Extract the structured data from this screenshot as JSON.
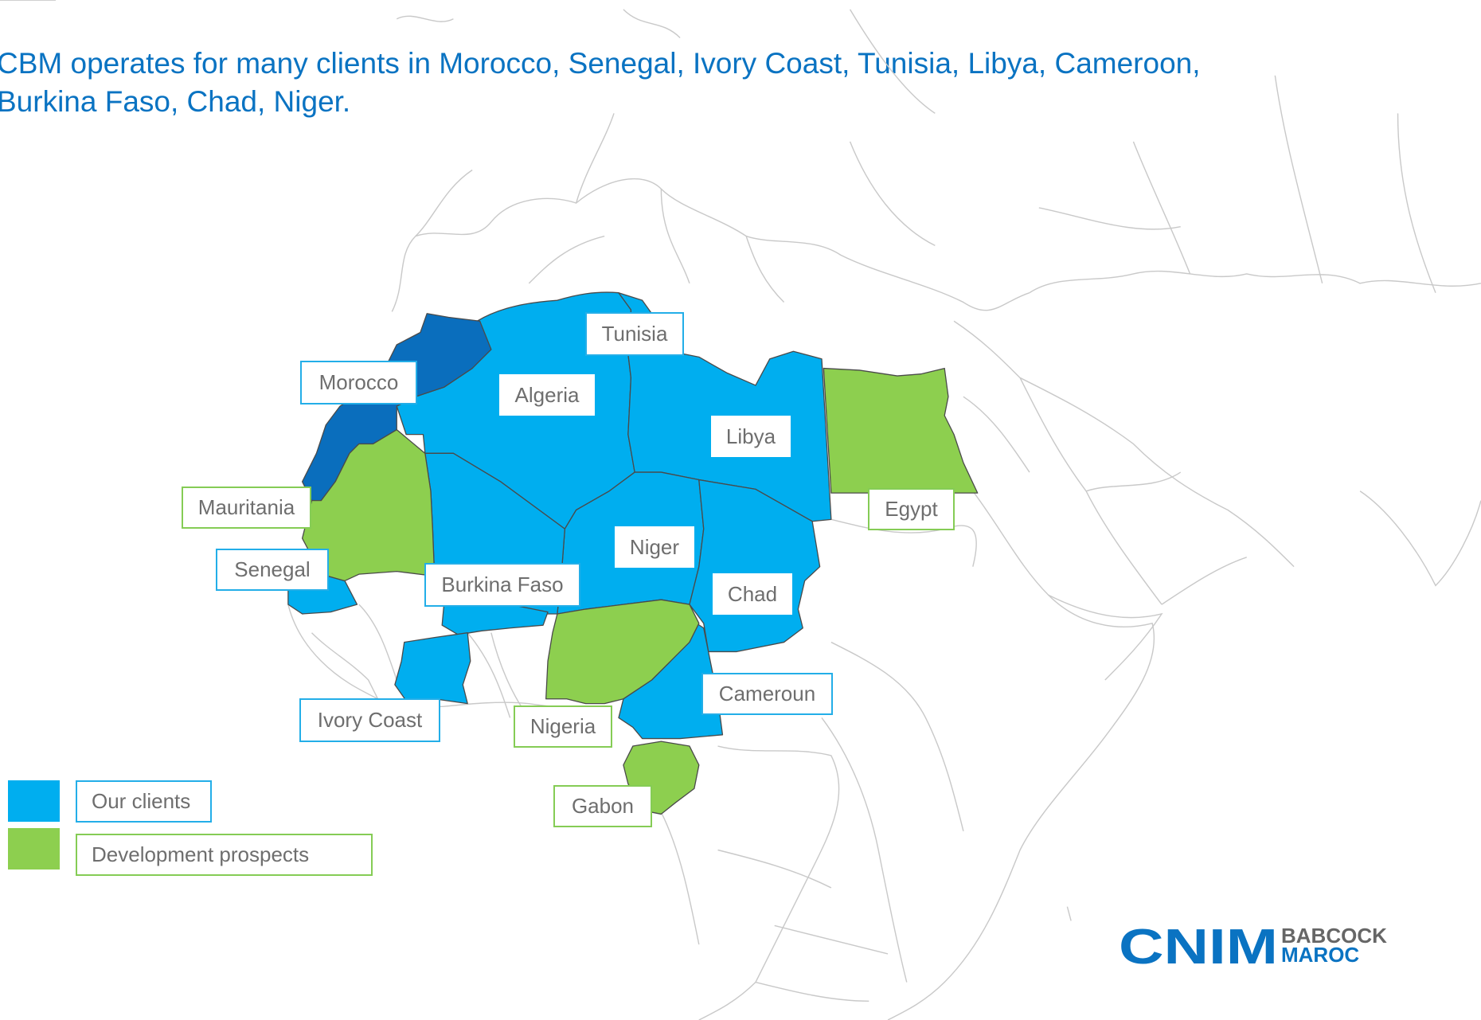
{
  "headline": "CBM operates for many clients in Morocco, Senegal, Ivory Coast, Tunisia, Libya, Cameroon, Burkina Faso, Chad, Niger.",
  "colors": {
    "clients": "#00aeef",
    "morocco": "#0a6ebd",
    "prospects": "#8dcf4f",
    "border": "#333333",
    "headline": "#0a73c2"
  },
  "countries": {
    "morocco": {
      "label": "Morocco",
      "status": "client"
    },
    "tunisia": {
      "label": "Tunisia",
      "status": "client"
    },
    "algeria": {
      "label": "Algeria",
      "status": "client"
    },
    "libya": {
      "label": "Libya",
      "status": "client"
    },
    "mauritania": {
      "label": "Mauritania",
      "status": "prospect"
    },
    "egypt": {
      "label": "Egypt",
      "status": "prospect"
    },
    "senegal": {
      "label": "Senegal",
      "status": "client"
    },
    "niger": {
      "label": "Niger",
      "status": "client"
    },
    "burkina_faso": {
      "label": "Burkina Faso",
      "status": "client"
    },
    "chad": {
      "label": "Chad",
      "status": "client"
    },
    "cameroun": {
      "label": "Cameroun",
      "status": "client"
    },
    "ivory_coast": {
      "label": "Ivory Coast",
      "status": "client"
    },
    "nigeria": {
      "label": "Nigeria",
      "status": "prospect"
    },
    "gabon": {
      "label": "Gabon",
      "status": "prospect"
    }
  },
  "legend": {
    "clients": "Our clients",
    "prospects": "Development prospects"
  },
  "logo": {
    "wordmark": "CNIM",
    "line1": "BABCOCK",
    "line2": "MAROC"
  }
}
